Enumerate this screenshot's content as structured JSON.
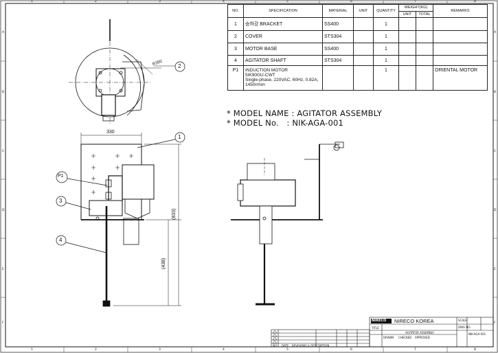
{
  "bom": {
    "headers": {
      "no": "NO.",
      "spec": "SPECIFICATION",
      "material": "MATERIAL",
      "unit": "UNIT",
      "quantity": "QUANTITY",
      "weight": "WEIGHT(KG)",
      "weight_unit": "UNIT",
      "weight_total": "TOTAL",
      "remarks": "REMARKS"
    },
    "rows": [
      {
        "no": "1",
        "spec": "승하강 BRACKET",
        "material": "SS400",
        "unit": "",
        "qty": "1",
        "remarks": ""
      },
      {
        "no": "2",
        "spec": "COVER",
        "material": "STS304",
        "unit": "",
        "qty": "1",
        "remarks": ""
      },
      {
        "no": "3",
        "spec": "MOTOR BASE",
        "material": "SS400",
        "unit": "",
        "qty": "1",
        "remarks": ""
      },
      {
        "no": "4",
        "spec": "AGITATOR SHAFT",
        "material": "STS304",
        "unit": "",
        "qty": "1",
        "remarks": ""
      }
    ],
    "motor_row": {
      "no": "P1",
      "spec_line1": "INDUCTION MOTOR",
      "spec_line2": "5IK90GU-CWT",
      "spec_line3": "Single-phase, 220VAC, 60Hz, 0.82A, 1450r/min",
      "material": "",
      "qty": "1",
      "remarks": "ORIENTAL MOTOR"
    }
  },
  "model": {
    "name_line": "* MODEL NAME : AGITATOR ASSEMBLY",
    "no_line": "* MODEL No.   : NIK-AGA-001"
  },
  "callouts": {
    "c1": "1",
    "c2": "2",
    "c3": "3",
    "c4": "4",
    "p1": "P1"
  },
  "dimensions": {
    "width": "330",
    "radius": "R350",
    "height_total": "(833)",
    "height_shaft": "(438)"
  },
  "grid": {
    "columns": [
      "1",
      "2",
      "3",
      "4",
      "5",
      "6",
      "7",
      "8"
    ],
    "rows": [
      "A",
      "B",
      "C",
      "D",
      "E",
      "F"
    ]
  },
  "title_block": {
    "company": "NIRECO KOREA",
    "logo": "NIRECO",
    "title_label": "TITLE",
    "project": "AGITATOR ASSEMBLY",
    "drawing_no": "NIK-AGA-001",
    "revisions_label": "REVISIONS & DESCRIPTION",
    "no_label": "NO.",
    "date_label": "DATE",
    "drawn_label": "DRAWN",
    "checked_label": "CHECKED",
    "approved_label": "APPROVED",
    "scale_label": "SCALE",
    "dwg_label": "DWG NO."
  }
}
